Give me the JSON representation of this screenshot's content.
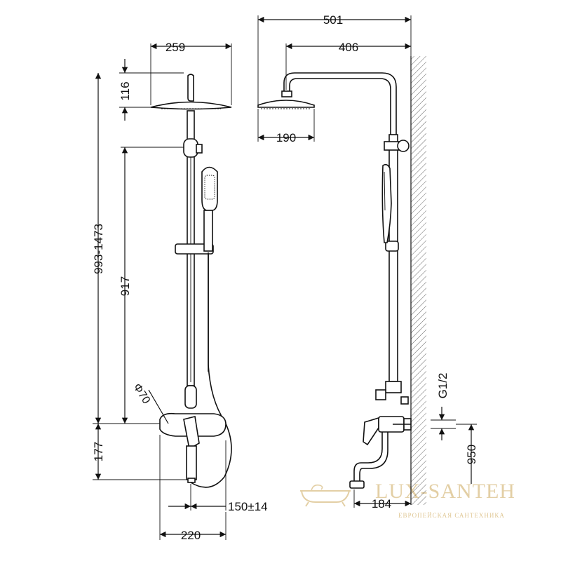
{
  "front_view": {
    "dims": {
      "head_diameter": "259",
      "head_height": "116",
      "total_height": "993-1473",
      "bar_height": "917",
      "spout_phi": "Φ70",
      "mixer_height": "177",
      "hose_offset": "150±14",
      "base_width": "220"
    }
  },
  "side_view": {
    "dims": {
      "total_reach": "501",
      "arm_reach": "406",
      "head_width": "190",
      "thread": "G1/2",
      "mixer_height": "950",
      "spout_reach": "184"
    }
  },
  "watermark": {
    "brand": "LUX-SANTEH",
    "tagline": "ЕВРОПЕЙСКАЯ САНТЕХНИКА"
  }
}
